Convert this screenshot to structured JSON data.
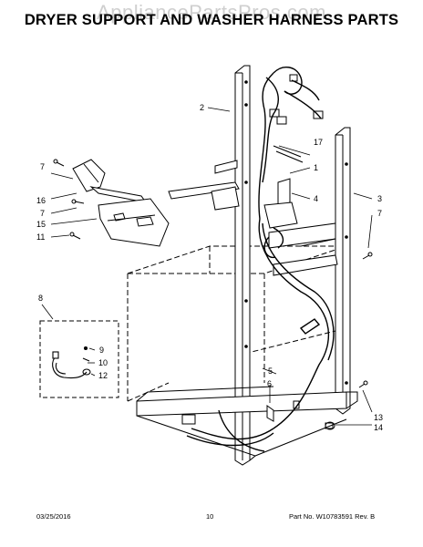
{
  "watermark": "AppliancePartsPros.com",
  "title": "DRYER SUPPORT AND WASHER HARNESS PARTS",
  "callouts": {
    "c1": "1",
    "c2": "2",
    "c3": "3",
    "c4": "4",
    "c5": "5",
    "c6": "6",
    "c7a": "7",
    "c7b": "7",
    "c7c": "7",
    "c8": "8",
    "c9": "9",
    "c10": "10",
    "c11": "11",
    "c12": "12",
    "c13": "13",
    "c14": "14",
    "c15": "15",
    "c16": "16",
    "c17": "17"
  },
  "footer": {
    "date": "03/25/2016",
    "page": "10",
    "part_no": "Part No.  W10783591   Rev.  B"
  }
}
